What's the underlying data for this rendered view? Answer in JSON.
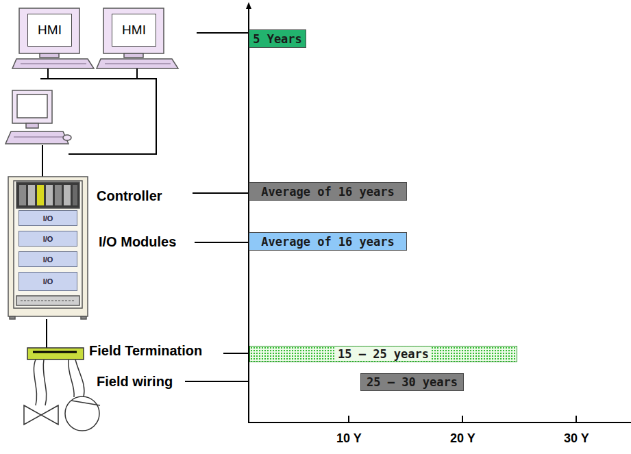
{
  "diagram": {
    "nodes": [
      {
        "text": [
          "HMI"
        ]
      },
      {
        "text": [
          "HMI"
        ]
      },
      {
        "text": [
          "5 Years"
        ]
      },
      {
        "text": [
          "I/O"
        ]
      },
      {
        "text": [
          "I/O"
        ]
      },
      {
        "text": [
          "I/O"
        ]
      },
      {
        "text": [
          "I/O"
        ]
      },
      {
        "text": [
          "Average of 16 years"
        ]
      },
      {
        "text": [
          "Average of 16 years"
        ]
      },
      {
        "text": [
          "15 – 25 years"
        ]
      },
      {
        "text": [
          "25 – 30 years"
        ]
      }
    ],
    "labels": [
      "Controller",
      "I/O Modules",
      "Field Termination",
      "Field wiring",
      "10 Y",
      "20 Y",
      "30 Y"
    ]
  }
}
